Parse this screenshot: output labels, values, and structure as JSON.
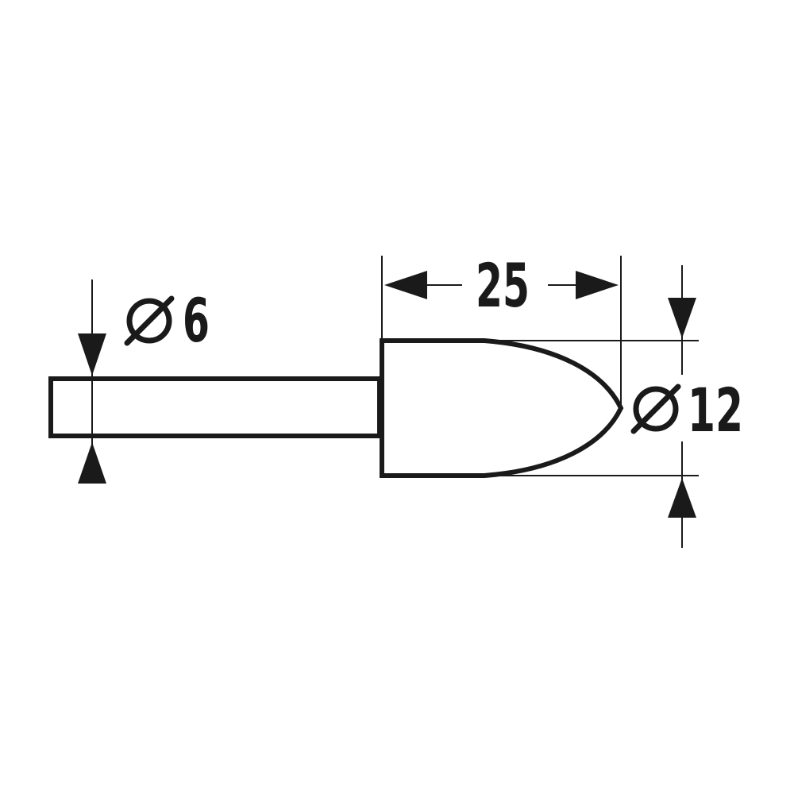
{
  "drawing": {
    "dimensions": [
      {
        "id": "length",
        "value": "25"
      },
      {
        "id": "shank-diameter",
        "symbol": "diameter-icon",
        "value": "6"
      },
      {
        "id": "head-diameter",
        "symbol": "diameter-icon",
        "value": "12"
      }
    ],
    "line_color": "#1a1a1a",
    "background_color": "#ffffff"
  }
}
